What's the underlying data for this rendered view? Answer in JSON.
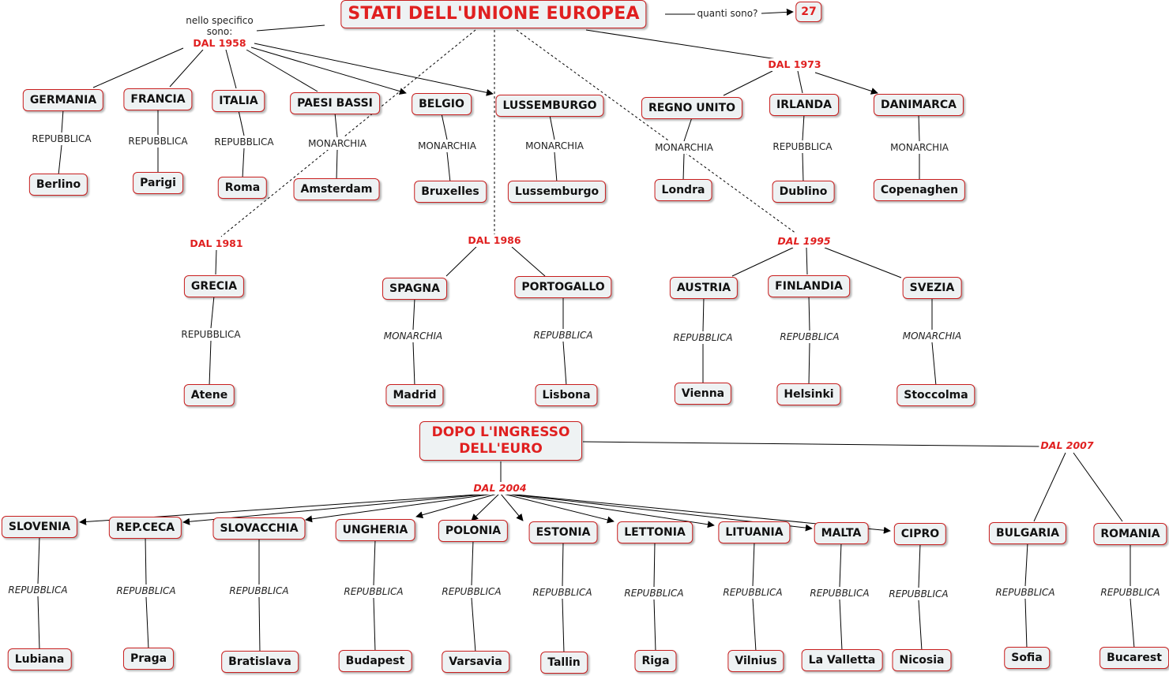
{
  "title": "STATI DELL'UNIONE EUROPEA",
  "quanti_label": "quanti sono?",
  "count": "27",
  "specific_note": "nello specifico sono:",
  "year_1958": "DAL 1958",
  "year_1973": "DAL 1973",
  "year_1981": "DAL 1981",
  "year_1986": "DAL 1986",
  "year_1995": "DAL 1995",
  "euro_title": "DOPO L'INGRESSO DELL'EURO",
  "year_2004": "DAL 2004",
  "year_2007": "DAL 2007",
  "countries": [
    {
      "name": "GERMANIA",
      "form": "REPUBBLICA",
      "capital": "Berlino"
    },
    {
      "name": "FRANCIA",
      "form": "REPUBBLICA",
      "capital": "Parigi"
    },
    {
      "name": "ITALIA",
      "form": "REPUBBLICA",
      "capital": "Roma"
    },
    {
      "name": "PAESI BASSI",
      "form": "MONARCHIA",
      "capital": "Amsterdam"
    },
    {
      "name": "BELGIO",
      "form": "MONARCHIA",
      "capital": "Bruxelles"
    },
    {
      "name": "LUSSEMBURGO",
      "form": "MONARCHIA",
      "capital": "Lussemburgo"
    },
    {
      "name": "REGNO UNITO",
      "form": "MONARCHIA",
      "capital": "Londra"
    },
    {
      "name": "IRLANDA",
      "form": "REPUBBLICA",
      "capital": "Dublino"
    },
    {
      "name": "DANIMARCA",
      "form": "MONARCHIA",
      "capital": "Copenaghen"
    },
    {
      "name": "GRECIA",
      "form": "REPUBBLICA",
      "capital": "Atene"
    },
    {
      "name": "SPAGNA",
      "form": "MONARCHIA",
      "capital": "Madrid"
    },
    {
      "name": "PORTOGALLO",
      "form": "REPUBBLICA",
      "capital": "Lisbona"
    },
    {
      "name": "AUSTRIA",
      "form": "REPUBBLICA",
      "capital": "Vienna"
    },
    {
      "name": "FINLANDIA",
      "form": "REPUBBLICA",
      "capital": "Helsinki"
    },
    {
      "name": "SVEZIA",
      "form": "MONARCHIA",
      "capital": "Stoccolma"
    },
    {
      "name": "SLOVENIA",
      "form": "REPUBBLICA",
      "capital": "Lubiana"
    },
    {
      "name": "REP.CECA",
      "form": "REPUBBLICA",
      "capital": "Praga"
    },
    {
      "name": "SLOVACCHIA",
      "form": "REPUBBLICA",
      "capital": "Bratislava"
    },
    {
      "name": "UNGHERIA",
      "form": "REPUBBLICA",
      "capital": "Budapest"
    },
    {
      "name": "POLONIA",
      "form": "REPUBBLICA",
      "capital": "Varsavia"
    },
    {
      "name": "ESTONIA",
      "form": "REPUBBLICA",
      "capital": "Tallin"
    },
    {
      "name": "LETTONIA",
      "form": "REPUBBLICA",
      "capital": "Riga"
    },
    {
      "name": "LITUANIA",
      "form": "REPUBBLICA",
      "capital": "Vilnius"
    },
    {
      "name": "MALTA",
      "form": "REPUBBLICA",
      "capital": "La Valletta"
    },
    {
      "name": "CIPRO",
      "form": "REPUBBLICA",
      "capital": "Nicosia"
    },
    {
      "name": "BULGARIA",
      "form": "REPUBBLICA",
      "capital": "Sofia"
    },
    {
      "name": "ROMANIA",
      "form": "REPUBBLICA",
      "capital": "Bucarest"
    }
  ]
}
